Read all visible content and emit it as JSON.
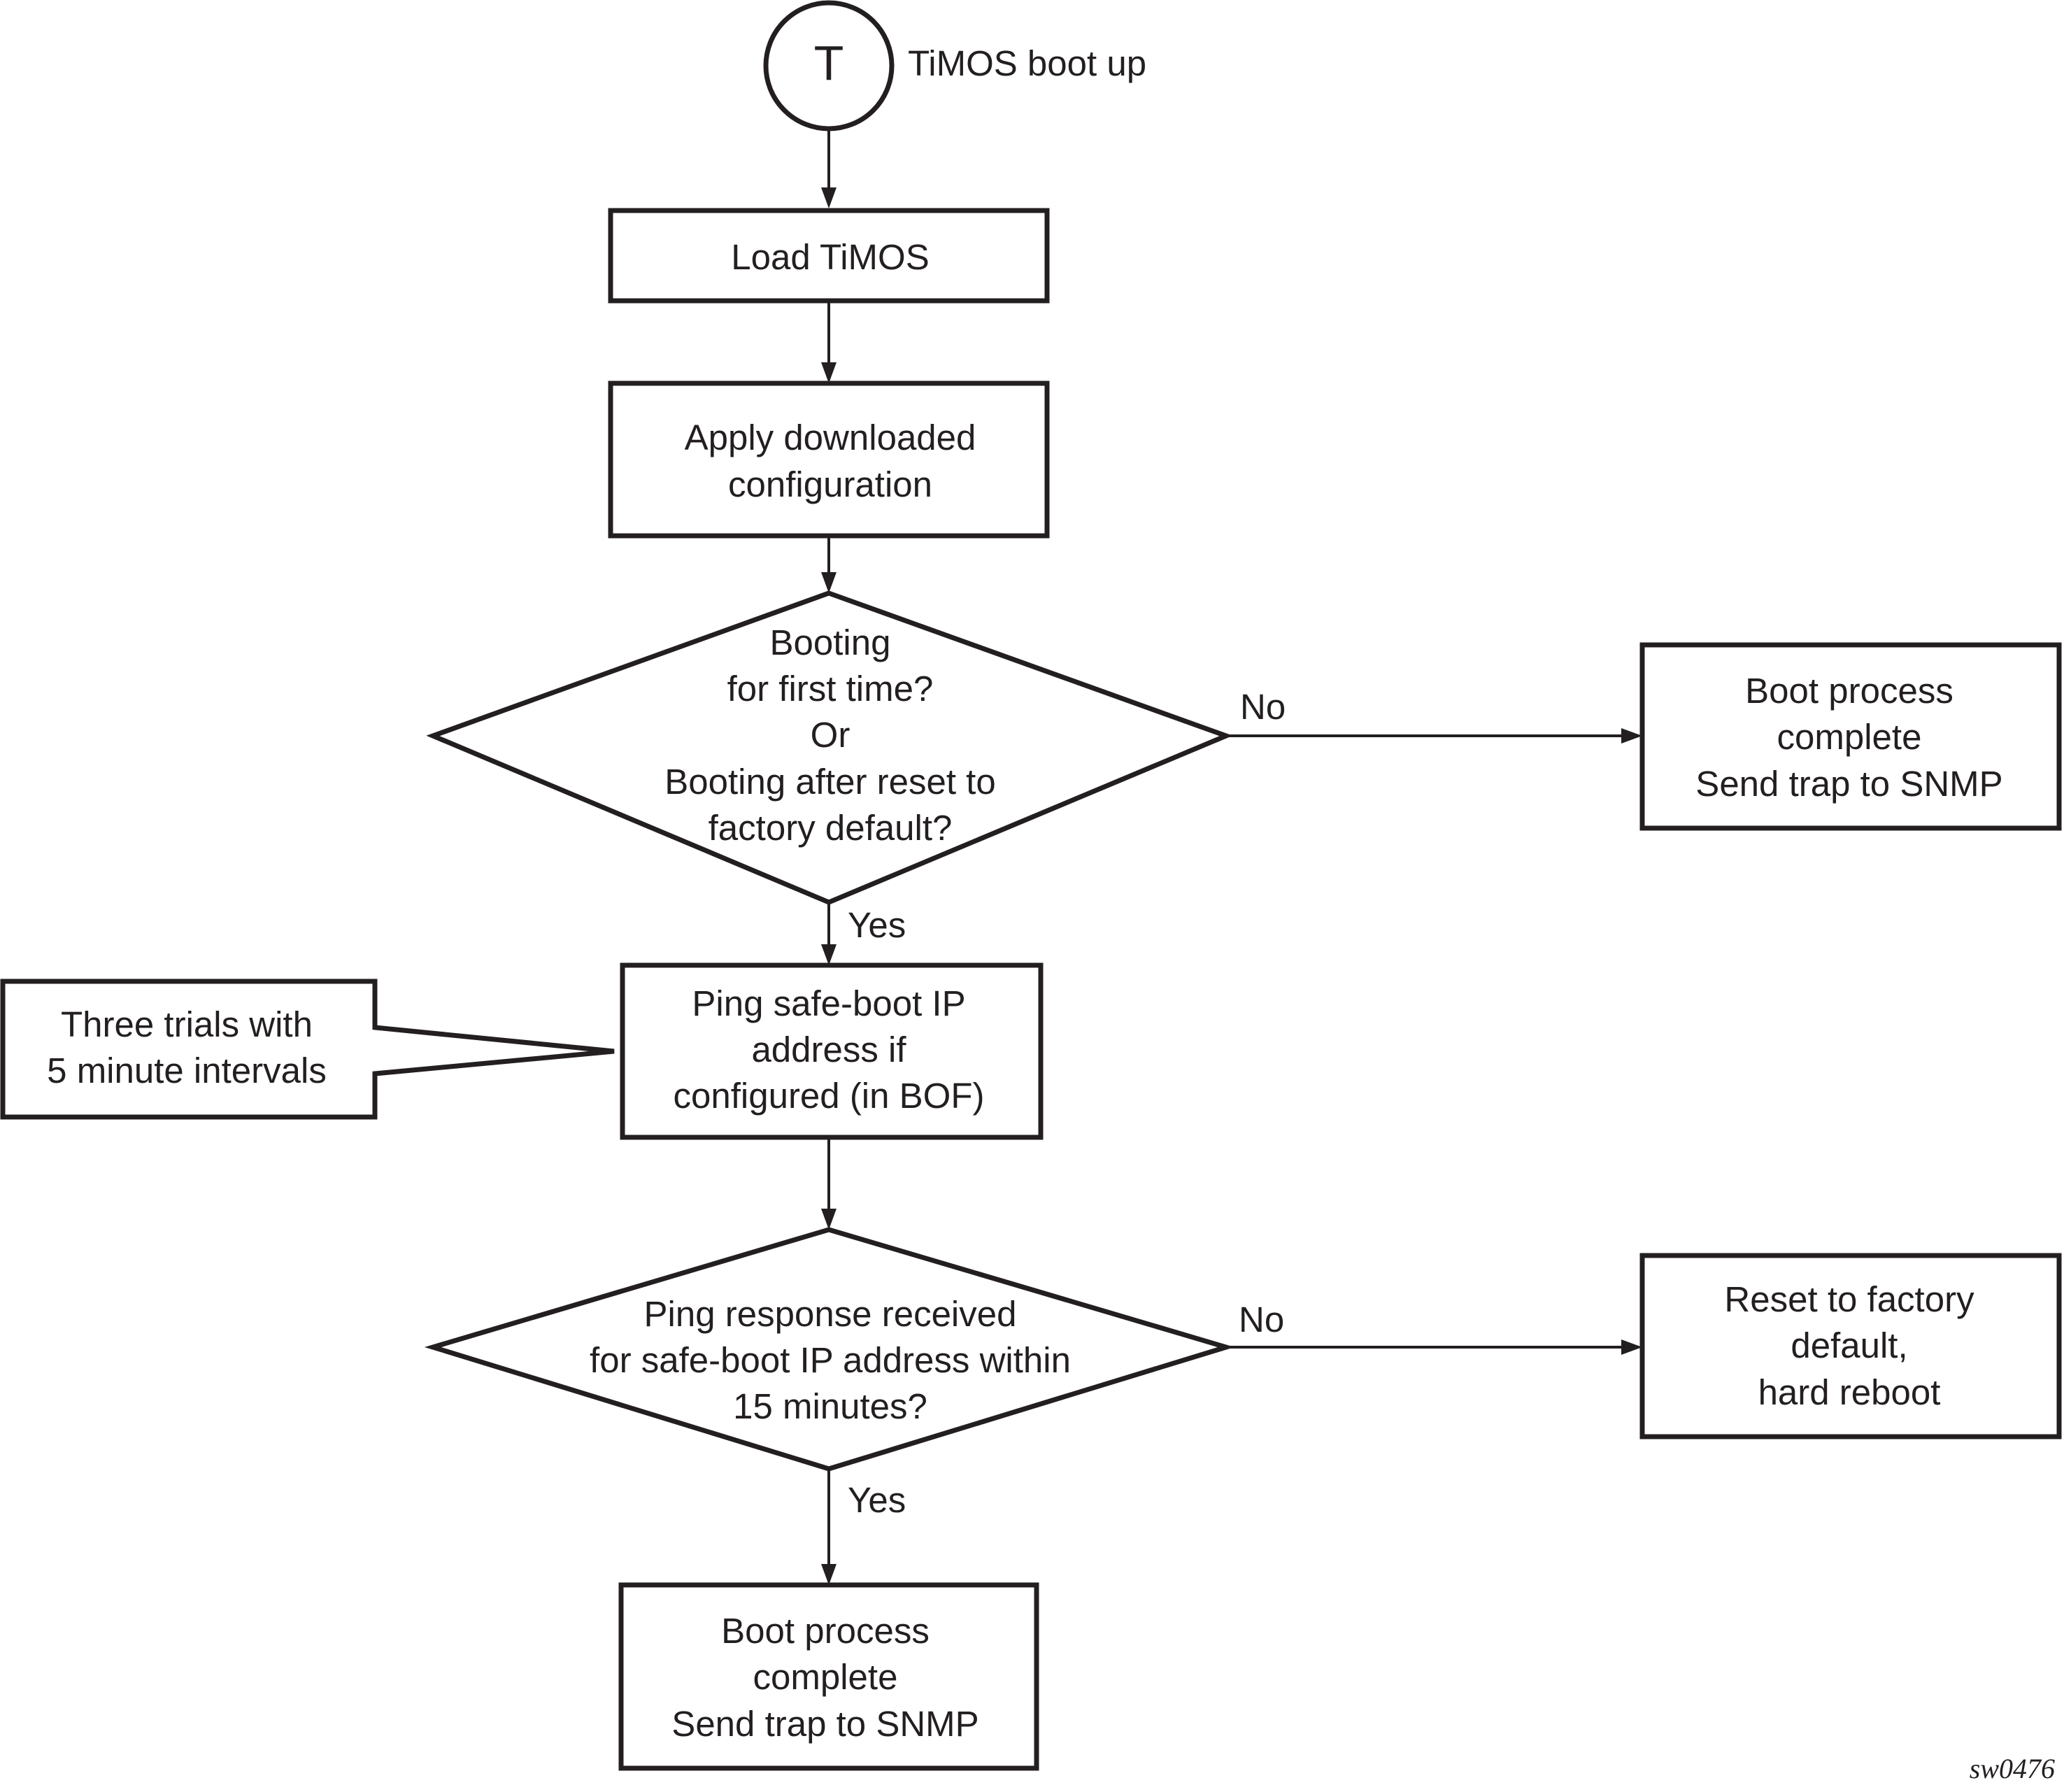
{
  "start": {
    "symbol": "T",
    "label": "TiMOS boot up"
  },
  "steps": {
    "load": [
      "Load TiMOS"
    ],
    "apply": [
      "Apply downloaded",
      "configuration"
    ],
    "ping": [
      "Ping safe-boot IP",
      "address if",
      "configured (in BOF)"
    ]
  },
  "decisions": {
    "first_boot": [
      "Booting",
      "for first time?",
      "Or",
      "Booting after reset to",
      "factory default?"
    ],
    "ping_response": [
      "Ping response received",
      "for safe-boot IP address within",
      "15 minutes?"
    ]
  },
  "outcomes": {
    "complete_right": [
      "Boot process",
      "complete",
      "Send trap to SNMP"
    ],
    "reset": [
      "Reset to factory",
      "default,",
      "hard reboot"
    ],
    "complete_bottom": [
      "Boot process",
      "complete",
      "Send trap to SNMP"
    ]
  },
  "callout": [
    "Three trials with",
    "5 minute intervals"
  ],
  "edge_labels": {
    "no_1": "No",
    "yes_1": "Yes",
    "no_2": "No",
    "yes_2": "Yes"
  },
  "figure_id": "sw0476"
}
